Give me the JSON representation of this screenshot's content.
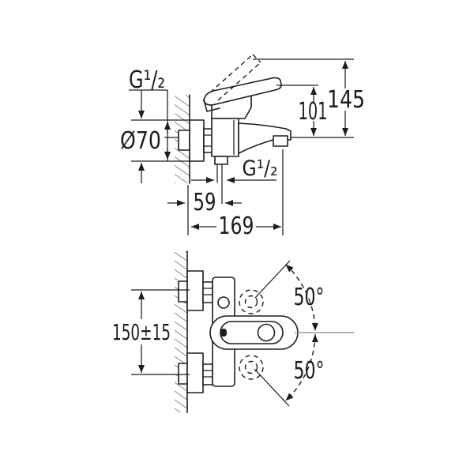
{
  "side_view": {
    "thread_top_label": "G¹/₂",
    "flange_diameter_label": "Ø70",
    "spout_to_handle_label": "101",
    "total_height_label": "145",
    "thread_spout_label": "G¹/₂",
    "wall_to_outlet_label": "59",
    "wall_to_spout_tip_label": "169"
  },
  "front_view": {
    "connection_distance_label": "150±15",
    "swivel_angle_upper_label": "50°",
    "swivel_angle_lower_label": "50°"
  },
  "colors": {
    "line": "#1d1d1b",
    "axis": "#9a9a9a",
    "background": "#ffffff"
  }
}
